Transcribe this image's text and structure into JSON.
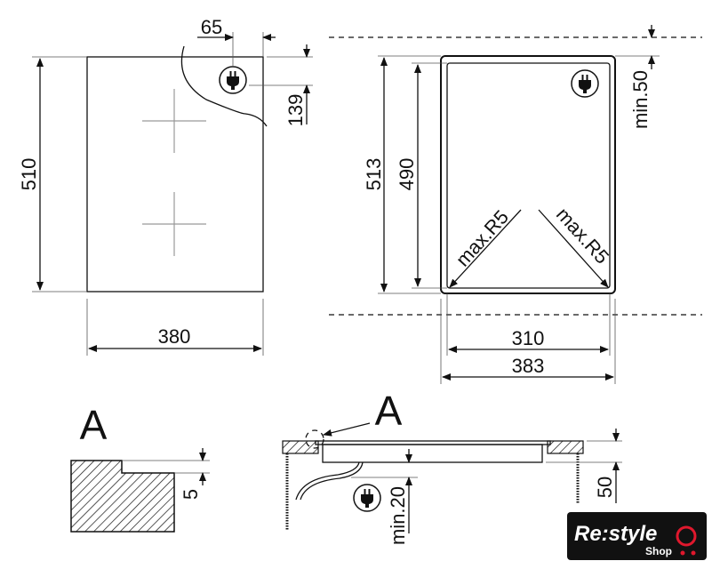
{
  "top_view": {
    "width": "380",
    "height": "510",
    "plug_offset_x": "65",
    "plug_offset_y": "139"
  },
  "cutout_view": {
    "outer_height": "513",
    "inner_height": "490",
    "min_clearance": "min.50",
    "inner_width": "310",
    "outer_width": "383",
    "radius_left": "max.R5",
    "radius_right": "max.R5"
  },
  "detail": {
    "label": "A",
    "step": "5"
  },
  "section_view": {
    "detail_ref": "A",
    "min_gap": "min.20",
    "depth": "50"
  },
  "logo": {
    "main": "Re:style",
    "sub": "Shop",
    "accent": "#e0182d",
    "background": "#111111"
  }
}
